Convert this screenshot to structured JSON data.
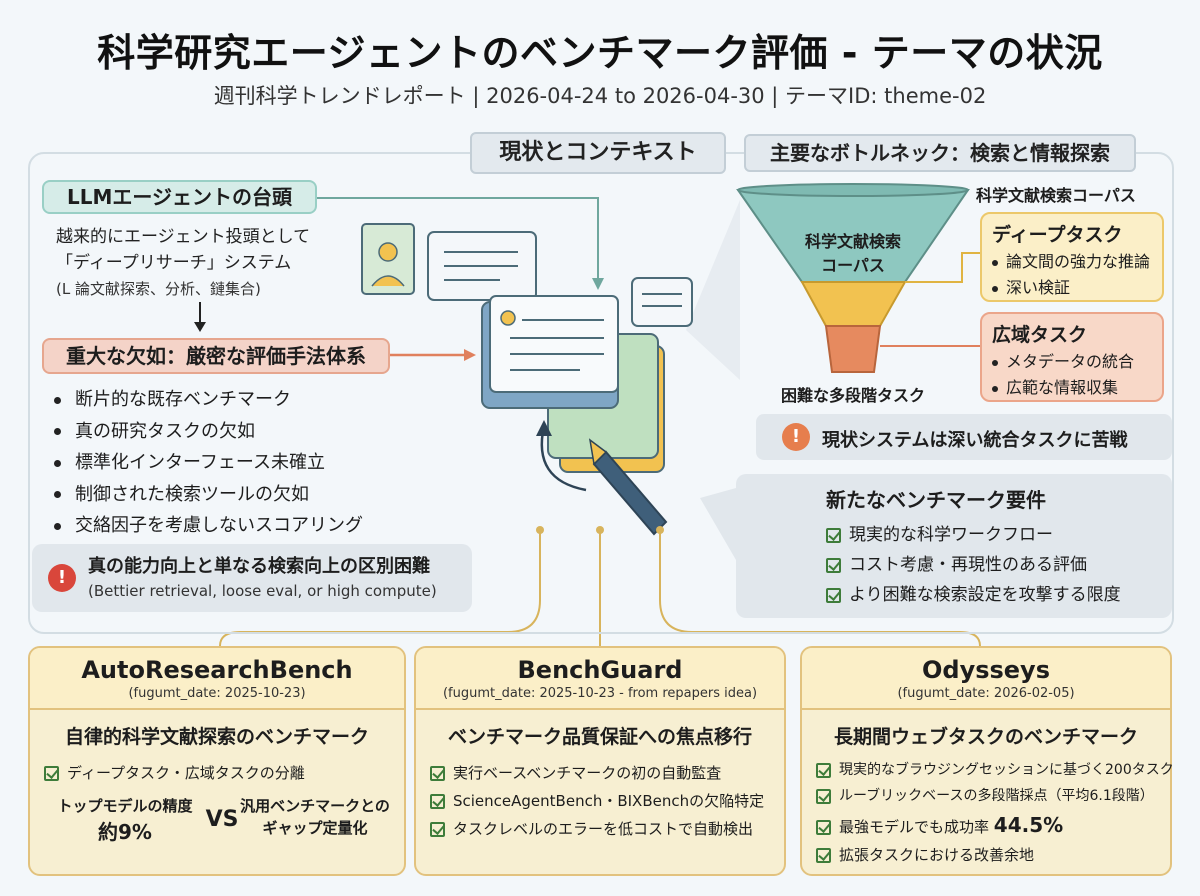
{
  "header": {
    "title": "科学研究エージェントのベンチマーク評価 - テーマの状況",
    "subtitle": "週刊科学トレンドレポート | 2026-04-24 to 2026-04-30 | テーマID: theme-02"
  },
  "section_labels": {
    "context": "現状とコンテキスト",
    "bottleneck": "主要なボトルネック：検索と情報探索"
  },
  "left": {
    "header1": "LLMエージェントの台頭",
    "para_line1": "越来的にエージェント投頭として",
    "para_line2": "「ディープリサーチ」システム",
    "para_line3": "(L 論文献探索、分析、鏈集合)",
    "header2": "重大な欠如：厳密な評価手法体系",
    "bullets": [
      "断片的な既存ベンチマーク",
      "真の研究タスクの欠如",
      "標準化インターフェース未確立",
      "制御された検索ツールの欠如",
      "交絡因子を考慮しないスコアリング"
    ],
    "alert_main": "真の能力向上と単なる検索向上の区別困難",
    "alert_sub": "(Bettier retrieval, loose eval, or high compute)"
  },
  "right": {
    "corpus_title": "科学文献検索コーパス",
    "funnel_top_line1": "科学文献検索",
    "funnel_top_line2": "コーパス",
    "funnel_bottom": "困難な多段階タスク",
    "deep_task": {
      "title": "ディープタスク",
      "items": [
        "論文間の強力な推論",
        "深い検証"
      ]
    },
    "wide_task": {
      "title": "広域タスク",
      "items": [
        "メタデータの統合",
        "広範な情報収集"
      ]
    },
    "alert": "現状システムは深い統合タスクに苦戦",
    "requirements": {
      "title": "新たなベンチマーク要件",
      "items": [
        "現実的な科学ワークフロー",
        "コスト考慮・再現性のある評価",
        "より困難な検索設定を攻撃する限度"
      ]
    }
  },
  "cards": [
    {
      "name": "AutoResearchBench",
      "date": "(fugumt_date: 2025-10-23)",
      "subtitle": "自律的科学文献探索のベンチマーク",
      "item": "ディープタスク・広域タスクの分離",
      "compare_left_line1": "トップモデルの精度",
      "compare_left_line2": "約9%",
      "compare_vs": "VS",
      "compare_right_line1": "汎用ベンチマークとの",
      "compare_right_line2": "ギャップ定量化"
    },
    {
      "name": "BenchGuard",
      "date": "(fugumt_date: 2025-10-23 - from repapers idea)",
      "subtitle": "ベンチマーク品質保証への焦点移行",
      "items": [
        "実行ベースベンチマークの初の自動監査",
        "ScienceAgentBench・BIXBenchの欠陥特定",
        "タスクレベルのエラーを低コストで自動検出"
      ]
    },
    {
      "name": "Odysseys",
      "date": "(fugumt_date: 2026-02-05)",
      "subtitle": "長期間ウェブタスクのベンチマーク",
      "items": [
        "現実的なブラウジングセッションに基づく200タスク",
        "ルーブリックベースの多段階採点（平均6.1段階）"
      ],
      "item3_prefix": "最強モデルでも成功率",
      "item3_value": "44.5%",
      "item4": "拡張タスクにおける改善余地"
    }
  ],
  "icons": [
    "user-document-icon",
    "chat-bubble-icon",
    "document-stack-icon",
    "pen-icon",
    "checklist-icon",
    "warning-icon",
    "check-icon",
    "funnel-icon"
  ],
  "colors": {
    "teal": "#8ec8c0",
    "salmon": "#f0a78f",
    "yellow": "#f8e3a8",
    "orange_accent": "#e67e4d",
    "red_alert": "#d9463b",
    "gold_line": "#d8b45c"
  }
}
